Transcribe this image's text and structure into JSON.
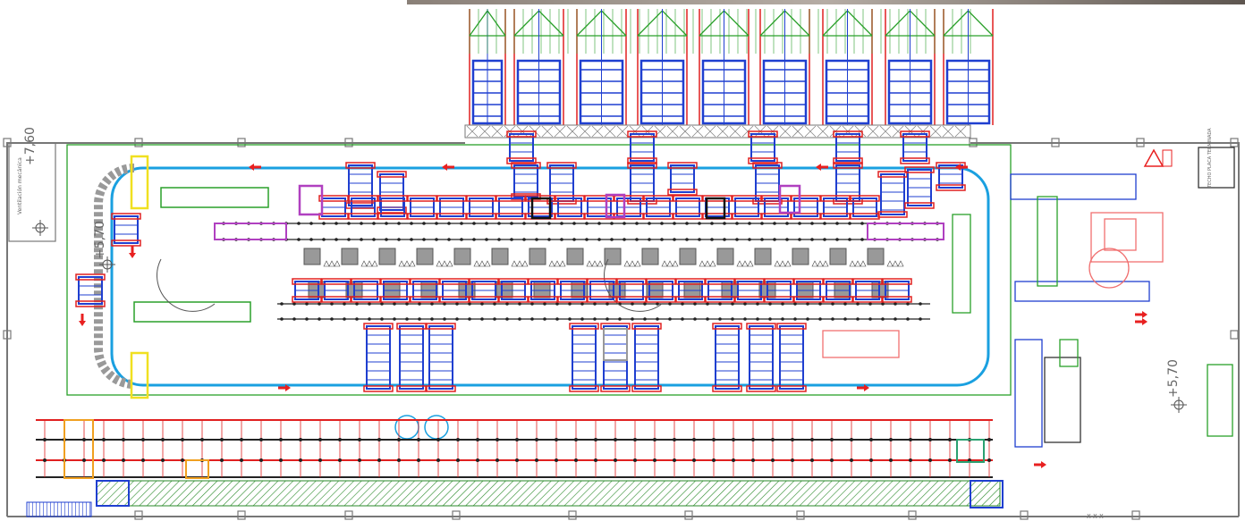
{
  "elevations": {
    "top_left": "+7,60",
    "loop_left": "+5,70",
    "right_area": "+5,70"
  },
  "sidebar_note": "Ventilación mecánica",
  "room_label": "TECHO PLACA TERMINADA",
  "grid_ref": "X X X",
  "colors": {
    "conveyor_loop": "#1aa0e0",
    "rack_blue": "#1f3fd0",
    "rack_red": "#e02020",
    "guide_green": "#2aa02a",
    "machine_purple": "#b040c0",
    "machine_gray": "#555555",
    "machine_yellow": "#f0e020",
    "cad_pink": "#f07070",
    "walls": "#777777",
    "hatch_green": "#2a8a2a",
    "arrow_red": "#e82020"
  },
  "legend_icons": [
    "direction-arrow-icon",
    "elevation-marker-icon",
    "warning-sign-icon"
  ]
}
